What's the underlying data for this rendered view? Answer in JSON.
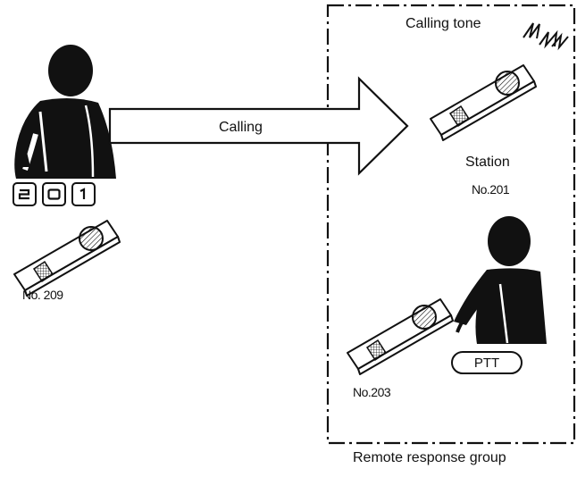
{
  "labels": {
    "calling": "Calling",
    "calling_tone": "Calling tone",
    "station": "Station",
    "station_no": "No.201",
    "caller_no": "No. 209",
    "responder_no": "No.203",
    "ptt": "PTT",
    "group": "Remote response group"
  },
  "dialed_keys": [
    "2",
    "0",
    "1"
  ],
  "icons": [
    "person-icon",
    "handset-icon",
    "arrow-icon",
    "lightning-icon",
    "keypad-key-icon"
  ],
  "colors": {
    "ink": "#111111",
    "paper": "#ffffff"
  }
}
